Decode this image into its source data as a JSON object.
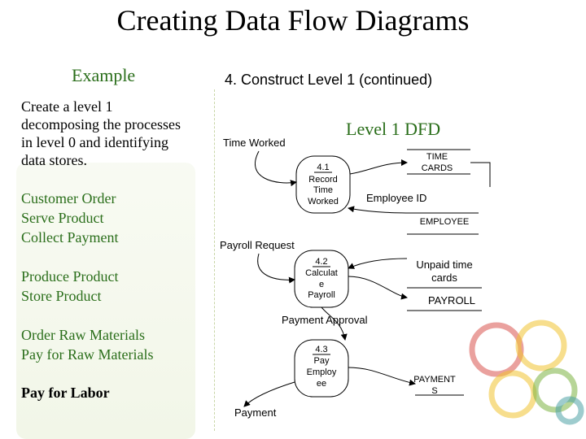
{
  "title": "Creating Data Flow Diagrams",
  "left": {
    "example": "Example",
    "intro": [
      "Create a level 1",
      "decomposing the processes",
      "in level 0 and identifying",
      "data stores."
    ],
    "group1": [
      "Customer Order",
      "Serve Product",
      "Collect Payment"
    ],
    "group2": [
      "Produce Product",
      "Store Product"
    ],
    "group3": [
      "Order Raw Materials",
      "Pay for Raw Materials"
    ],
    "labor": "Pay for Labor"
  },
  "step": "4.   Construct Level 1 (continued)",
  "level_title": "Level 1 DFD",
  "flows": {
    "time_worked": "Time Worked",
    "employee_id": "Employee ID",
    "payroll_request": "Payroll Request",
    "payment_approval": "Payment  Approval",
    "payment": "Payment"
  },
  "processes": {
    "p1": {
      "number": "4.1",
      "lines": [
        "Record",
        "Time",
        "Worked"
      ]
    },
    "p2": {
      "number": "4.2",
      "lines": [
        "Calculat",
        "e",
        "Payroll"
      ]
    },
    "p3": {
      "number": "4.3",
      "lines": [
        "Pay",
        "Employ",
        "ee"
      ]
    }
  },
  "stores": {
    "time_cards": [
      "TIME",
      "CARDS"
    ],
    "employee": "EMPLOYEE",
    "unpaid_time_cards": [
      "Unpaid time",
      "cards"
    ],
    "payroll": "PAYROLL",
    "payments": [
      "PAYMENT",
      "S"
    ]
  },
  "colors": {
    "accent_green": "#2a6e1a",
    "gear_red": "#d9534f",
    "gear_yellow": "#f0c330",
    "gear_green": "#7cb342",
    "gear_teal": "#4fa3a5"
  }
}
